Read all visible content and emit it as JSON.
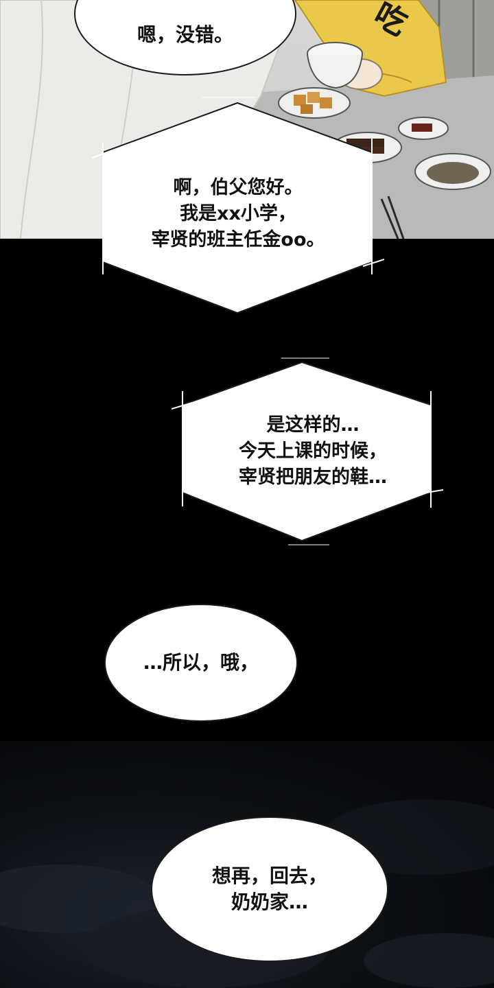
{
  "panels": {
    "top_scene": "dining-table",
    "bottom_scene": "night-sky"
  },
  "sfx": {
    "text": "吃"
  },
  "bubbles": [
    {
      "id": "b1",
      "text": "嗯，没错。"
    },
    {
      "id": "b2",
      "text": "啊，伯父您好。\n我是xx小学，\n宰贤的班主任金oo。"
    },
    {
      "id": "b3",
      "text": "是这样的…\n今天上课的时候，\n宰贤把朋友的鞋…"
    },
    {
      "id": "b4",
      "text": "…所以，哦，"
    },
    {
      "id": "b5",
      "text": "想再，回去，\n奶奶家…"
    }
  ],
  "colors": {
    "yellow_shirt": "#e9c84a",
    "bubble_fill": "#ffffff",
    "outline": "#1a1a1a",
    "background": "#000000"
  }
}
